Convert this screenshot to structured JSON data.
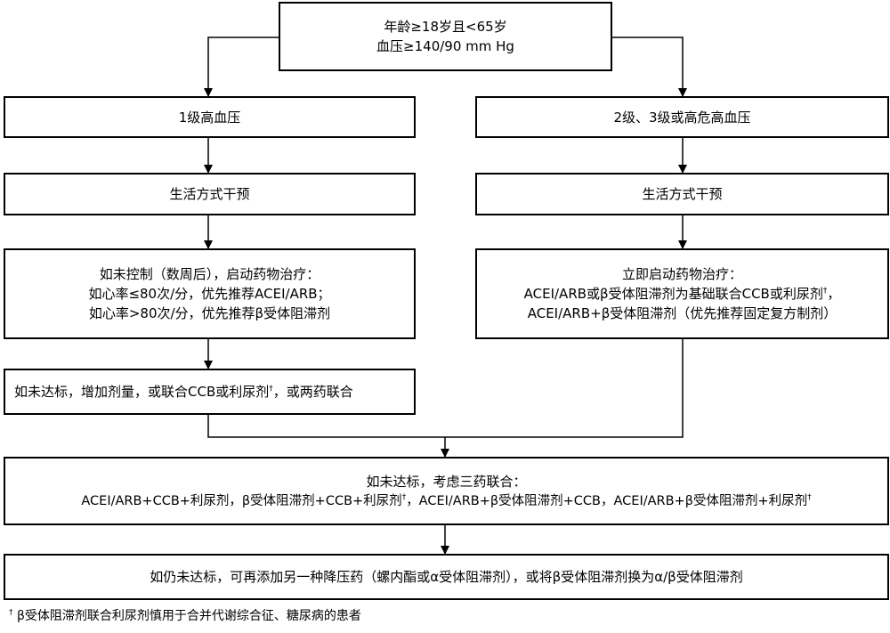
{
  "nodes": {
    "start": {
      "lines": [
        "年龄≥18岁且<65岁",
        "血压≥140/90 mm Hg"
      ]
    },
    "grade1": {
      "lines": [
        "1级高血压"
      ]
    },
    "grade23": {
      "lines": [
        "2级、3级或高危高血压"
      ]
    },
    "lifestyle_left": {
      "lines": [
        "生活方式干预"
      ]
    },
    "lifestyle_right": {
      "lines": [
        "生活方式干预"
      ]
    },
    "drug_left": {
      "lines": [
        "如未控制（数周后），启动药物治疗：",
        "如心率≤80次/分，优先推荐ACEI/ARB；",
        "如心率>80次/分，优先推荐β受体阻滞剂"
      ]
    },
    "drug_right": {
      "line1": "立即启动药物治疗：",
      "line2": "ACEI/ARB或β受体阻滞剂为基础联合CCB或利尿剂",
      "line2_mark": "†",
      "line2_tail": "，",
      "line3": "ACEI/ARB+β受体阻滞剂（优先推荐固定复方制剂）"
    },
    "escalate_left": {
      "text": "如未达标，增加剂量，或联合CCB或利尿剂",
      "mark": "†",
      "tail": "，或两药联合"
    },
    "triple": {
      "line1": "如未达标，考虑三药联合：",
      "line2_a": "ACEI/ARB+CCB+利尿剂，β受体阻滞剂+CCB+利尿剂",
      "line2_mark_a": "†",
      "line2_b": "，ACEI/ARB+β受体阻滞剂+CCB，ACEI/ARB+β受体阻滞剂+利尿剂",
      "line2_mark_b": "†"
    },
    "final": {
      "lines": [
        "如仍未达标，可再添加另一种降压药（螺内酯或α受体阻滞剂），或将β受体阻滞剂换为α/β受体阻滞剂"
      ]
    }
  },
  "footnote": {
    "mark": "†",
    "text": " β受体阻滞剂联合利尿剂慎用于合并代谢综合征、糖尿病的患者"
  }
}
